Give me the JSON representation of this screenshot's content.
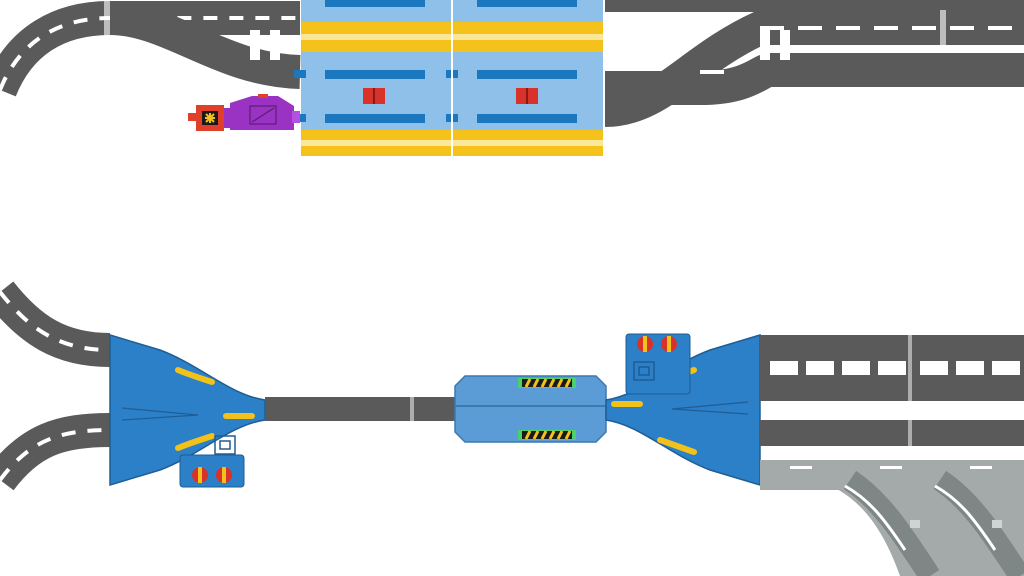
{
  "scene": {
    "kind": "track-layout-editor",
    "colors": {
      "background": "#ffffff",
      "track": "#5a5a5a",
      "track_dash": "#ffffff",
      "track_light": "#a4a9a9",
      "station_blue": "#8ec0ea",
      "station_stripe": "#1b78bf",
      "platform_yellow": "#f4c21a",
      "switch_blue": "#2b80c8",
      "switch_outline": "#1f5d94",
      "tunnel_blue": "#5b9bd6",
      "train_purple": "#9a33c4",
      "train_red": "#e0402a",
      "signal_red": "#d9322a",
      "signal_yellow": "#f3c21a",
      "hazard_green": "#4ad06c"
    },
    "pieces": [
      {
        "name": "double-station",
        "count": 2
      },
      {
        "name": "switch-split",
        "count": 2
      },
      {
        "name": "tunnel-bridge",
        "count": 1
      },
      {
        "name": "train",
        "count": 1
      },
      {
        "name": "signal-box",
        "count": 2
      }
    ]
  }
}
